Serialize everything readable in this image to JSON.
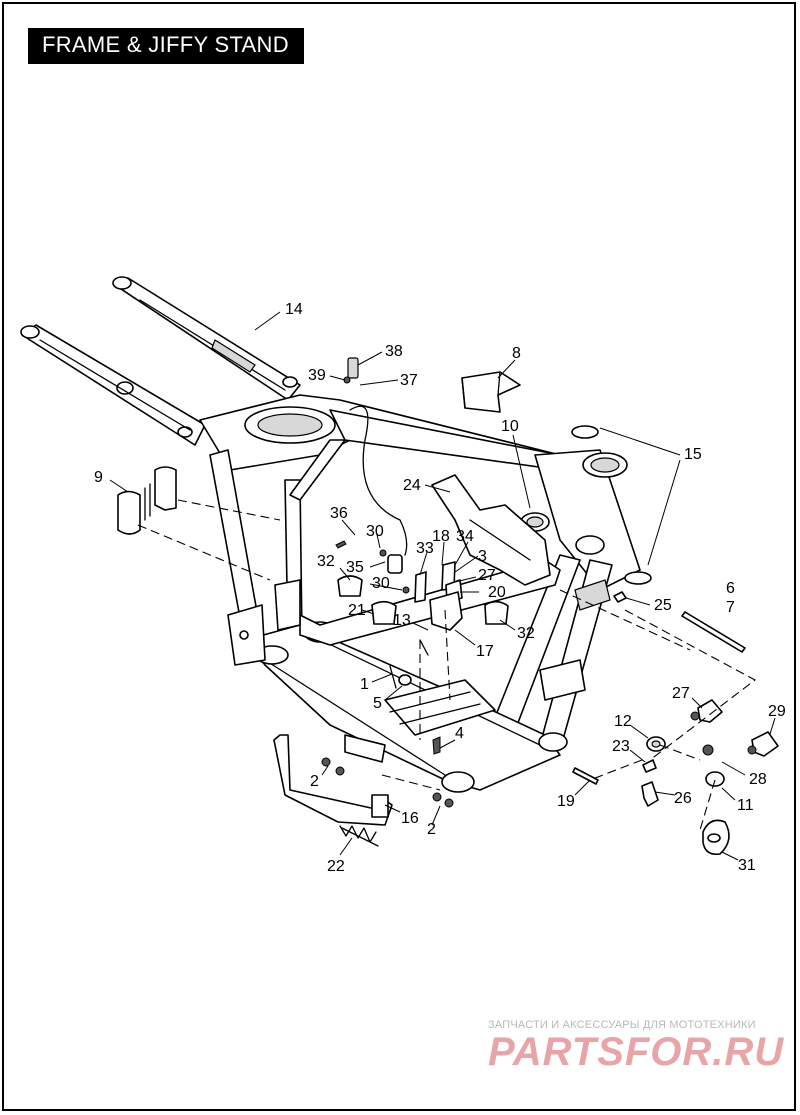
{
  "title": "FRAME & JIFFY STAND",
  "callouts": [
    {
      "id": "c14",
      "text": "14"
    },
    {
      "id": "c38",
      "text": "38"
    },
    {
      "id": "c39",
      "text": "39"
    },
    {
      "id": "c37",
      "text": "37"
    },
    {
      "id": "c8",
      "text": "8"
    },
    {
      "id": "c10",
      "text": "10"
    },
    {
      "id": "c15",
      "text": "15"
    },
    {
      "id": "c9",
      "text": "9"
    },
    {
      "id": "c24",
      "text": "24"
    },
    {
      "id": "c36",
      "text": "36"
    },
    {
      "id": "c30a",
      "text": "30"
    },
    {
      "id": "c18",
      "text": "18"
    },
    {
      "id": "c34",
      "text": "34"
    },
    {
      "id": "c33",
      "text": "33"
    },
    {
      "id": "c32a",
      "text": "32"
    },
    {
      "id": "c35",
      "text": "35"
    },
    {
      "id": "c3",
      "text": "3"
    },
    {
      "id": "c27a",
      "text": "27"
    },
    {
      "id": "c30b",
      "text": "30"
    },
    {
      "id": "c20",
      "text": "20"
    },
    {
      "id": "c6",
      "text": "6"
    },
    {
      "id": "c7",
      "text": "7"
    },
    {
      "id": "c25",
      "text": "25"
    },
    {
      "id": "c21",
      "text": "21"
    },
    {
      "id": "c13",
      "text": "13"
    },
    {
      "id": "c32b",
      "text": "32"
    },
    {
      "id": "c17",
      "text": "17"
    },
    {
      "id": "c1",
      "text": "1"
    },
    {
      "id": "c5",
      "text": "5"
    },
    {
      "id": "c27b",
      "text": "27"
    },
    {
      "id": "c29",
      "text": "29"
    },
    {
      "id": "c12",
      "text": "12"
    },
    {
      "id": "c4",
      "text": "4"
    },
    {
      "id": "c23",
      "text": "23"
    },
    {
      "id": "c28",
      "text": "28"
    },
    {
      "id": "c2a",
      "text": "2"
    },
    {
      "id": "c19",
      "text": "19"
    },
    {
      "id": "c26",
      "text": "26"
    },
    {
      "id": "c11",
      "text": "11"
    },
    {
      "id": "c16",
      "text": "16"
    },
    {
      "id": "c2b",
      "text": "2"
    },
    {
      "id": "c31",
      "text": "31"
    },
    {
      "id": "c22",
      "text": "22"
    }
  ],
  "watermark": {
    "subtitle": "ЗАПЧАСТИ И АКСЕССУАРЫ ДЛЯ МОТОТЕХНИКИ",
    "logo": "PARTSFOR.RU"
  }
}
